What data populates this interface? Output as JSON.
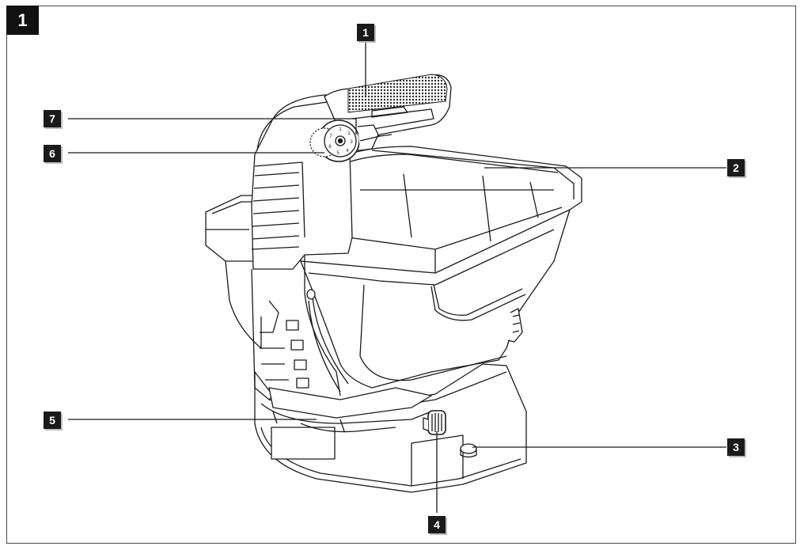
{
  "figure": {
    "number": "1"
  },
  "callouts": [
    {
      "id": "1",
      "label": "1"
    },
    {
      "id": "2",
      "label": "2"
    },
    {
      "id": "3",
      "label": "3"
    },
    {
      "id": "4",
      "label": "4"
    },
    {
      "id": "5",
      "label": "5"
    },
    {
      "id": "6",
      "label": "6"
    },
    {
      "id": "7",
      "label": "7"
    }
  ],
  "dial": {
    "markings": [
      "1",
      "2",
      "3",
      "4",
      "5",
      "6",
      "7"
    ]
  },
  "colors": {
    "line": "#1a1a1a",
    "fill": "#ffffff",
    "knurl": "#3a3a3a"
  }
}
